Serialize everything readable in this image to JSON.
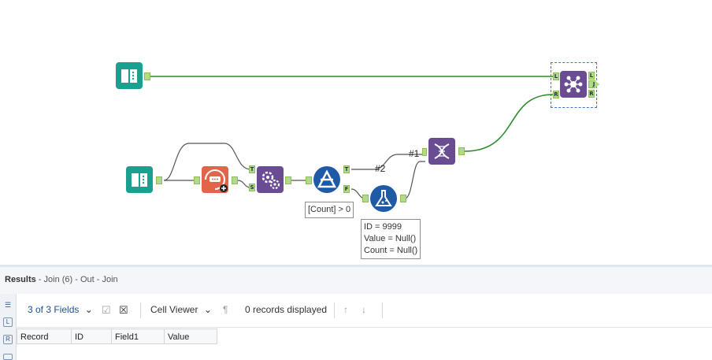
{
  "canvas": {
    "connection_labels": [
      "#2",
      "#1"
    ],
    "filter_expression": "[Count] > 0",
    "formula_lines": [
      "ID = 9999",
      "Value = Null()",
      "Count = Null()"
    ],
    "anchors": {
      "true": "T",
      "false": "F",
      "left": "L",
      "right": "R",
      "join": "J"
    }
  },
  "results": {
    "title": "Results",
    "subtitle": " - Join (6) - Out - Join",
    "fields_label": "3 of 3 Fields",
    "cell_viewer_label": "Cell Viewer",
    "records_label": "0 records displayed",
    "columns": [
      "Record",
      "ID",
      "Field1",
      "Value"
    ]
  },
  "colors": {
    "input_teal": "#1aa08e",
    "join_purple": "#6a4c93",
    "formula_blue": "#1f5aa6",
    "connector_green": "#3a9a3a",
    "anchor_green": "#b5d98a"
  }
}
